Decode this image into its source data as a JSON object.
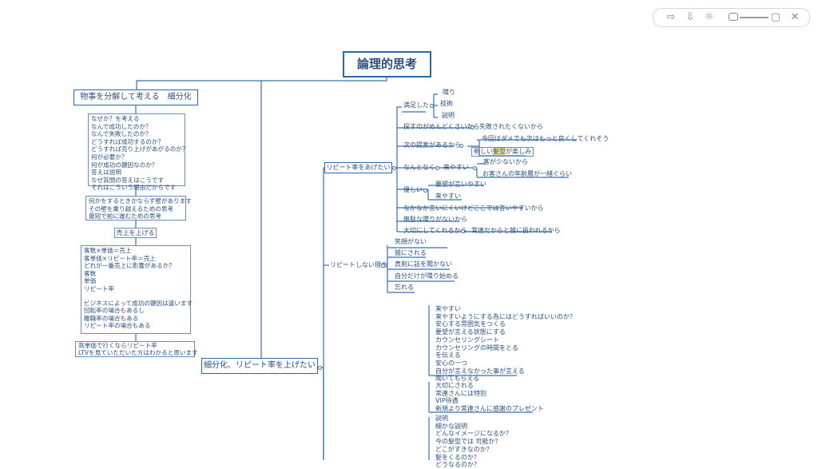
{
  "toolbar": {
    "icons": [
      "arrow-right-icon",
      "arrow-down-icon",
      "brightness-icon",
      "zoom-slider",
      "window-icon",
      "close-icon"
    ],
    "glyph_forward": "⇨",
    "glyph_down": "⇩",
    "glyph_sun": "☼",
    "glyph_window": "▢",
    "glyph_close": "✕"
  },
  "map": {
    "title": "論理的思考",
    "left": {
      "head": "物事を分解して考える　細分化",
      "box1": [
        "なぜか？を考える",
        "なんで成功したのか？",
        "なんで失敗したのか？",
        "どうすれば成功するのか？",
        "どうすれば売り上げがあがるのか？",
        "何が必要か？",
        "何が成功の鍵因なのか？",
        "答えは説明",
        "なぜ質問の答えはこうです",
        "それはこういう理由だからです"
      ],
      "box2": [
        "何かをするときかならず壁があります",
        "その壁を乗り越えるための思考",
        "最短で前に進むための思考"
      ],
      "sales_up": "売上を上げる",
      "box3a": [
        "客数×単価＝売上",
        "客単価×リピート率＝売上",
        "どれが一番売上に影響があるか？",
        "客数",
        "単価",
        "リピート率"
      ],
      "box3b": [
        "ビジネスによって成功の鍵因は違います",
        "回転率の場合もあるし",
        "離職率の場合もある",
        "リピート率の場合もある"
      ],
      "box4": [
        "高単価で行くならリピート率",
        "LTVを見ていただいた方はわかると思います"
      ]
    },
    "center": {
      "node": "細分化、リピート率を上げたい"
    },
    "right": {
      "repeat_up": "リピート率をあげたい",
      "satisfied": "満足した",
      "satisfied_items": [
        "喋り",
        "技術",
        "説明"
      ],
      "easy_ask": "探すのがめんどくさいから",
      "easy_ask_r": "失敗されたくないから",
      "next_proposal": "次の提案があるから",
      "next_r1": "今回はダメでも次はもっと良くしてくれそう",
      "next_r2_pre": "新しい",
      "next_r2_hl": "髪型",
      "next_r2_post": "が楽しみ",
      "somehow": "なんとなく",
      "easy_come": "来やすい",
      "customers_few": "客が少ないから",
      "age_close": "お客さんの年齢層が一緒ぐらい",
      "kind": "優しい",
      "kind_r1": "要望が言いやすい",
      "kind_r2": "来やすい",
      "hard_say": "なかなか言いにくいけどここでは言いやすいから",
      "no_waste_talk": "無駄な喋りがないから",
      "cherish": "大切にしてくれるから",
      "cherish_r": "常連だからと雑に扱われるから",
      "no_repeat": "リピートしない理由",
      "no_repeat_items": [
        "笑顔がない",
        "雑にされる",
        "真剣に話を聞かない",
        "自分だけが喋り始める",
        "忘れる"
      ],
      "list1": [
        "来やすい",
        "来やすいようにする為にはどうすればいいのか？",
        "安心する雰囲気をつくる",
        "要望が言える状態にする",
        "カウンセリングシート",
        "カウンセリングの時間をとる",
        "を伝える",
        "安心の一つ",
        "自分が言えなかった事が言える",
        "聞いてもらえる"
      ],
      "list2": [
        "大切にされる",
        "常連さんには特別",
        "VIP待遇",
        "新規より常連さんに感謝のプレゼント"
      ],
      "list3": [
        "説明",
        "細かな説明",
        "どんなイメージになるか？",
        "今の髪型では 可能か？",
        "どこがすきなのか？",
        "髪をくるのか？",
        "どうなるのか？"
      ]
    }
  }
}
